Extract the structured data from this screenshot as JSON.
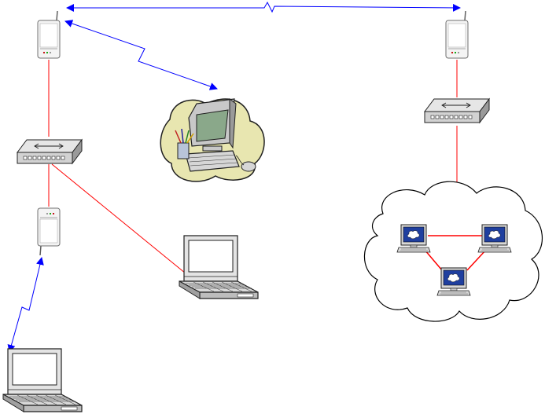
{
  "diagram": {
    "nodes": [
      {
        "id": "access-point-top-left",
        "type": "wireless-access-point",
        "icon": "access-point-icon"
      },
      {
        "id": "access-point-top-right",
        "type": "wireless-access-point",
        "icon": "access-point-icon"
      },
      {
        "id": "access-point-bottom-left",
        "type": "wireless-access-point",
        "icon": "access-point-icon"
      },
      {
        "id": "switch-left",
        "type": "network-switch",
        "icon": "switch-icon"
      },
      {
        "id": "switch-right",
        "type": "network-switch",
        "icon": "switch-icon"
      },
      {
        "id": "desktop-clipart",
        "type": "desktop-computer",
        "icon": "desktop-computer-clipart-icon"
      },
      {
        "id": "laptop-middle",
        "type": "laptop",
        "icon": "laptop-icon"
      },
      {
        "id": "laptop-bottom-left",
        "type": "laptop",
        "icon": "laptop-icon"
      },
      {
        "id": "network-cloud",
        "type": "cloud",
        "icon": "cloud-icon"
      },
      {
        "id": "workstation-cloud-left",
        "type": "workstation",
        "icon": "workstation-icon"
      },
      {
        "id": "workstation-cloud-right",
        "type": "workstation",
        "icon": "workstation-icon"
      },
      {
        "id": "workstation-cloud-bottom",
        "type": "workstation",
        "icon": "workstation-icon"
      }
    ],
    "wired_links": [
      {
        "from": "access-point-top-left",
        "to": "switch-left"
      },
      {
        "from": "switch-left",
        "to": "access-point-bottom-left"
      },
      {
        "from": "switch-left",
        "to": "laptop-middle"
      },
      {
        "from": "access-point-top-right",
        "to": "switch-right"
      },
      {
        "from": "switch-right",
        "to": "network-cloud"
      },
      {
        "from": "workstation-cloud-left",
        "to": "workstation-cloud-right"
      },
      {
        "from": "workstation-cloud-left",
        "to": "workstation-cloud-bottom"
      },
      {
        "from": "workstation-cloud-right",
        "to": "workstation-cloud-bottom"
      }
    ],
    "wireless_links": [
      {
        "from": "access-point-top-left",
        "to": "access-point-top-right"
      },
      {
        "from": "access-point-top-left",
        "to": "desktop-clipart"
      },
      {
        "from": "access-point-bottom-left",
        "to": "laptop-bottom-left"
      }
    ],
    "colors": {
      "wired_link": "#ff0000",
      "wireless_link": "#0000ff",
      "cloud_link": "#ff0000",
      "screen_blue": "#1f3f9f",
      "desktop_blob": "#e8e6b0",
      "desktop_screen": "#8aa88a"
    }
  }
}
